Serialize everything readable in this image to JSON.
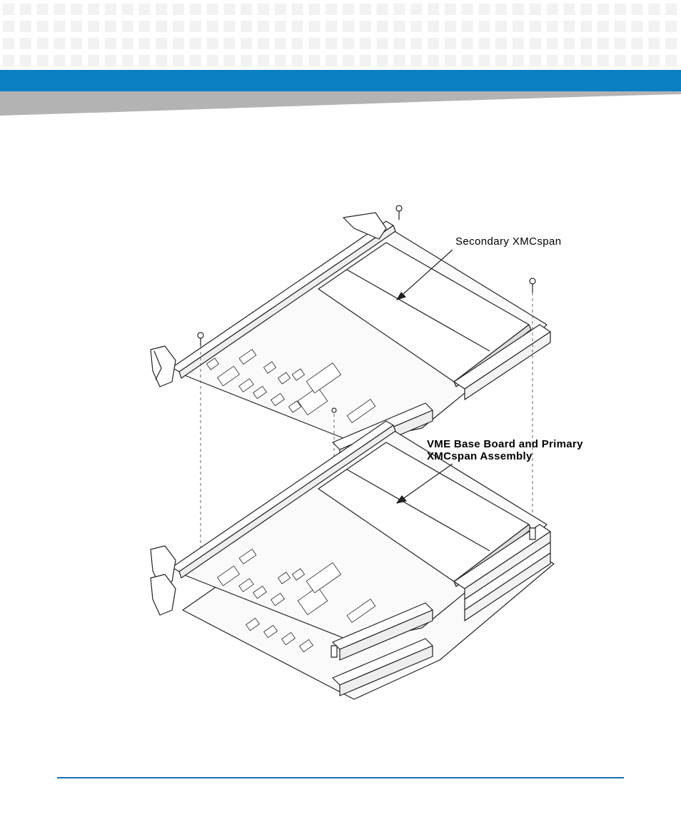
{
  "header": {
    "band_color": "#0a7fc2",
    "swoosh_color": "#b3b3b3",
    "dot_color": "#f2f2f2"
  },
  "figure": {
    "callouts": {
      "secondary": "Secondary XMCspan",
      "base_line1": "VME Base Board and Primary",
      "base_line2": "XMCspan Assembly"
    }
  },
  "footer": {
    "rule_color": "#1a6fb0"
  }
}
